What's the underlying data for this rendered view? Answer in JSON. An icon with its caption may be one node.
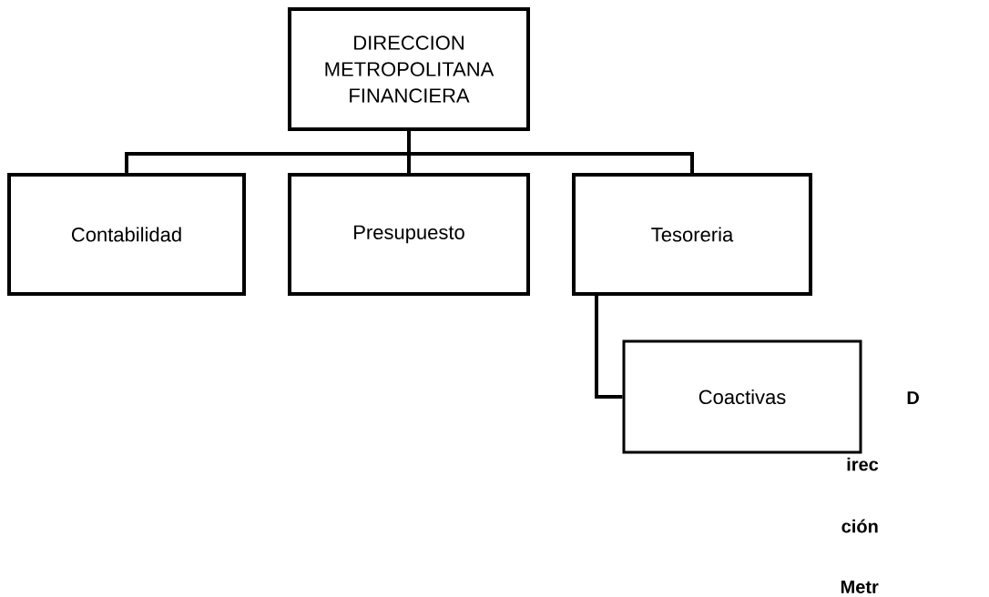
{
  "diagram": {
    "nodes": [
      {
        "text": [
          "DIRECCION METROPOLITANA FINANCIERA"
        ]
      },
      {
        "text": [
          "Contabilidad"
        ]
      },
      {
        "text": [
          "Presupuesto"
        ]
      },
      {
        "text": [
          "Tesoreria"
        ]
      },
      {
        "text": [
          "Coactivas"
        ]
      }
    ],
    "edges": [
      {
        "from": 0,
        "to": 1,
        "arrow": "none"
      },
      {
        "from": 0,
        "to": 2,
        "arrow": "none"
      },
      {
        "from": 0,
        "to": 3,
        "arrow": "none"
      },
      {
        "from": 3,
        "to": 4,
        "arrow": "none"
      }
    ],
    "labels": [
      "D",
      "irec",
      "ción",
      "Metr"
    ]
  }
}
